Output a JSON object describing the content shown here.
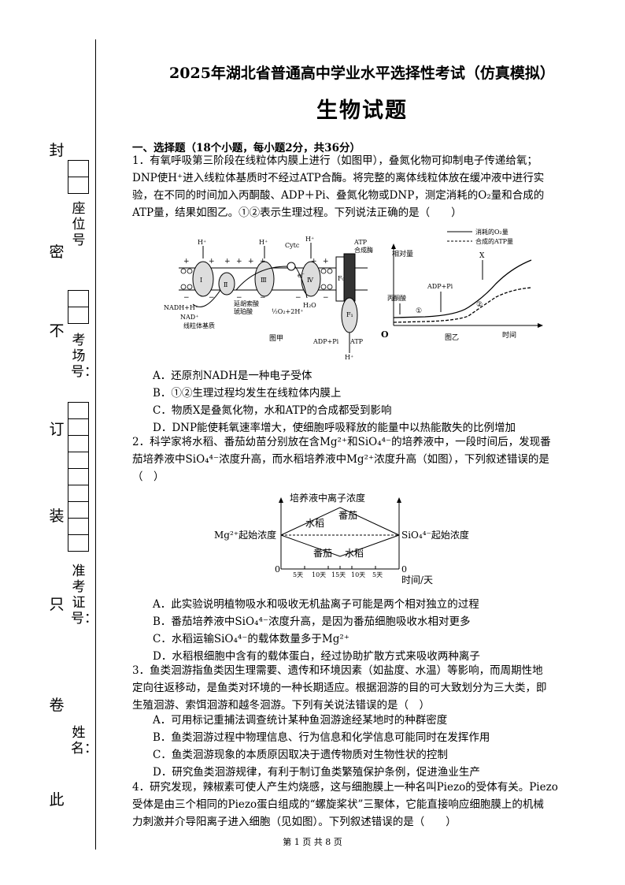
{
  "sidebar": {
    "seal_chars": [
      "封",
      "密",
      "不",
      "订",
      "装",
      "只",
      "卷",
      "此"
    ],
    "labels": {
      "seat": "座位号",
      "room": "考场号：",
      "exam_id": "准考证号：",
      "name": "姓名："
    }
  },
  "header": {
    "title": "2025年湖北省普通高中学业水平选择性考试（仿真模拟）",
    "subject": "生物试题"
  },
  "section1": {
    "heading": "一、选择题（18个小题，每小题2分，共36分）"
  },
  "questions": [
    {
      "lines": [
        "1．有氧呼吸第三阶段在线粒体内膜上进行（如图甲），叠氮化物可抑制电子传递给氧；",
        "DNP使H⁺进入线粒体基质时不经过ATP合酶。将完整的离体线粒体放在缓冲液中进行实",
        "验，在不同的时间加入丙酮酸、ADP＋Pi、叠氮化物或DNP，测定消耗的O₂量和合成的",
        "ATP量，结果如图乙。①②表示生理过程。下列说法正确的是（　　）"
      ],
      "options": [
        "A．还原剂NADH是一种电子受体",
        "B．①②生理过程均发生在线粒体内膜上",
        "C．物质X是叠氮化物，水和ATP的合成都受到影响",
        "D．DNP能使耗氧速率增大，使细胞呼吸释放的能量中以热能散失的比例增加"
      ]
    },
    {
      "lines": [
        "2．科学家将水稻、番茄幼苗分别放在含Mg²⁺和SiO₄⁴⁻的培养液中，一段时间后，发现番",
        "茄培养液中SiO₄⁴⁻浓度升高，而水稻培养液中Mg²⁺浓度升高（如图），下列叙述错误的是",
        "（　）"
      ],
      "options": [
        "A．此实验说明植物吸水和吸收无机盐离子可能是两个相对独立的过程",
        "B．番茄培养液中SiO₄⁴⁻浓度升高，是因为番茄细胞吸收水相对更多",
        "C．水稻运输SiO₄⁴⁻的载体数量多于Mg²⁺",
        "D．水稻根细胞中含有的载体蛋白，经过协助扩散方式来吸收两种离子"
      ]
    },
    {
      "lines": [
        "3．鱼类洄游指鱼类因生理需要、遗传和环境因素（如盐度、水温）等影响，而周期性地",
        "定向往返移动，是鱼类对环境的一种长期适应。根据洄游的目的可大致划分为三大类，即",
        "生殖洄游、索饵洄游和越冬洄游。下列有关说法错误的是（　）"
      ],
      "options": [
        "A．可用标记重捕法调查统计某种鱼洄游途经某地时的种群密度",
        "B．鱼类洄游过程中物理信息、行为信息和化学信息可能同时在发挥作用",
        "C．鱼类洄游现象的本质原因取决于遗传物质对生物性状的控制",
        "D．研究鱼类洄游规律，有利于制订鱼类繁殖保护条例，促进渔业生产"
      ]
    },
    {
      "lines": [
        "4．研究发现，辣椒素可使人产生灼烧感，这与细胞膜上一种名叫Piezo的受体有关。Piezo",
        "受体是由三个相同的Piezo蛋白组成的“螺旋桨状”三聚体，它能直接响应细胞膜上的机械",
        "力刺激并介导阳离子进入细胞（见如图）。下列叙述错误的是（　　）"
      ]
    }
  ],
  "figure_jia": {
    "caption": "图甲",
    "labels": {
      "h_plus": "H⁺",
      "cytc": "Cytc",
      "e": "e⁻",
      "atp_synthase": "ATP\n合成酶",
      "f0": "F₀",
      "f1": "F₁",
      "nadh": "NADH+H⁺",
      "nad": "NAD⁺",
      "matrix": "线粒体基质",
      "succ": "延胡索酸\n琥珀酸",
      "o2": "½O₂+2H⁺",
      "h2o": "H₂O",
      "adp": "ADP+Pi",
      "atp": "ATP",
      "complexes": [
        "Ⅰ",
        "Ⅱ",
        "Ⅲ",
        "Ⅳ"
      ]
    }
  },
  "figure_yi": {
    "caption": "图乙",
    "ylabel": "相对量",
    "xlabel": "时间",
    "origin": "O",
    "legend": [
      "消耗的O₂量",
      "合成的ATP量"
    ],
    "annotations": [
      "丙酮酸",
      "ADP+Pi",
      "X",
      "①",
      "②"
    ]
  },
  "figure_q2": {
    "ylabel": "培养液中离子浓度",
    "xlabel": "时间/天",
    "left_label": "Mg²⁺起始浓度",
    "right_label": "SiO₄⁴⁻起始浓度",
    "origin_left": "0",
    "origin_right": "0",
    "ticks": [
      "5天",
      "10天",
      "15天",
      "10天",
      "5天"
    ],
    "upper_left": "水稻",
    "upper_right": "番茄",
    "lower_left": "番茄",
    "lower_right": "水稻"
  },
  "footer": {
    "page": "第 1 页 共 8 页"
  }
}
